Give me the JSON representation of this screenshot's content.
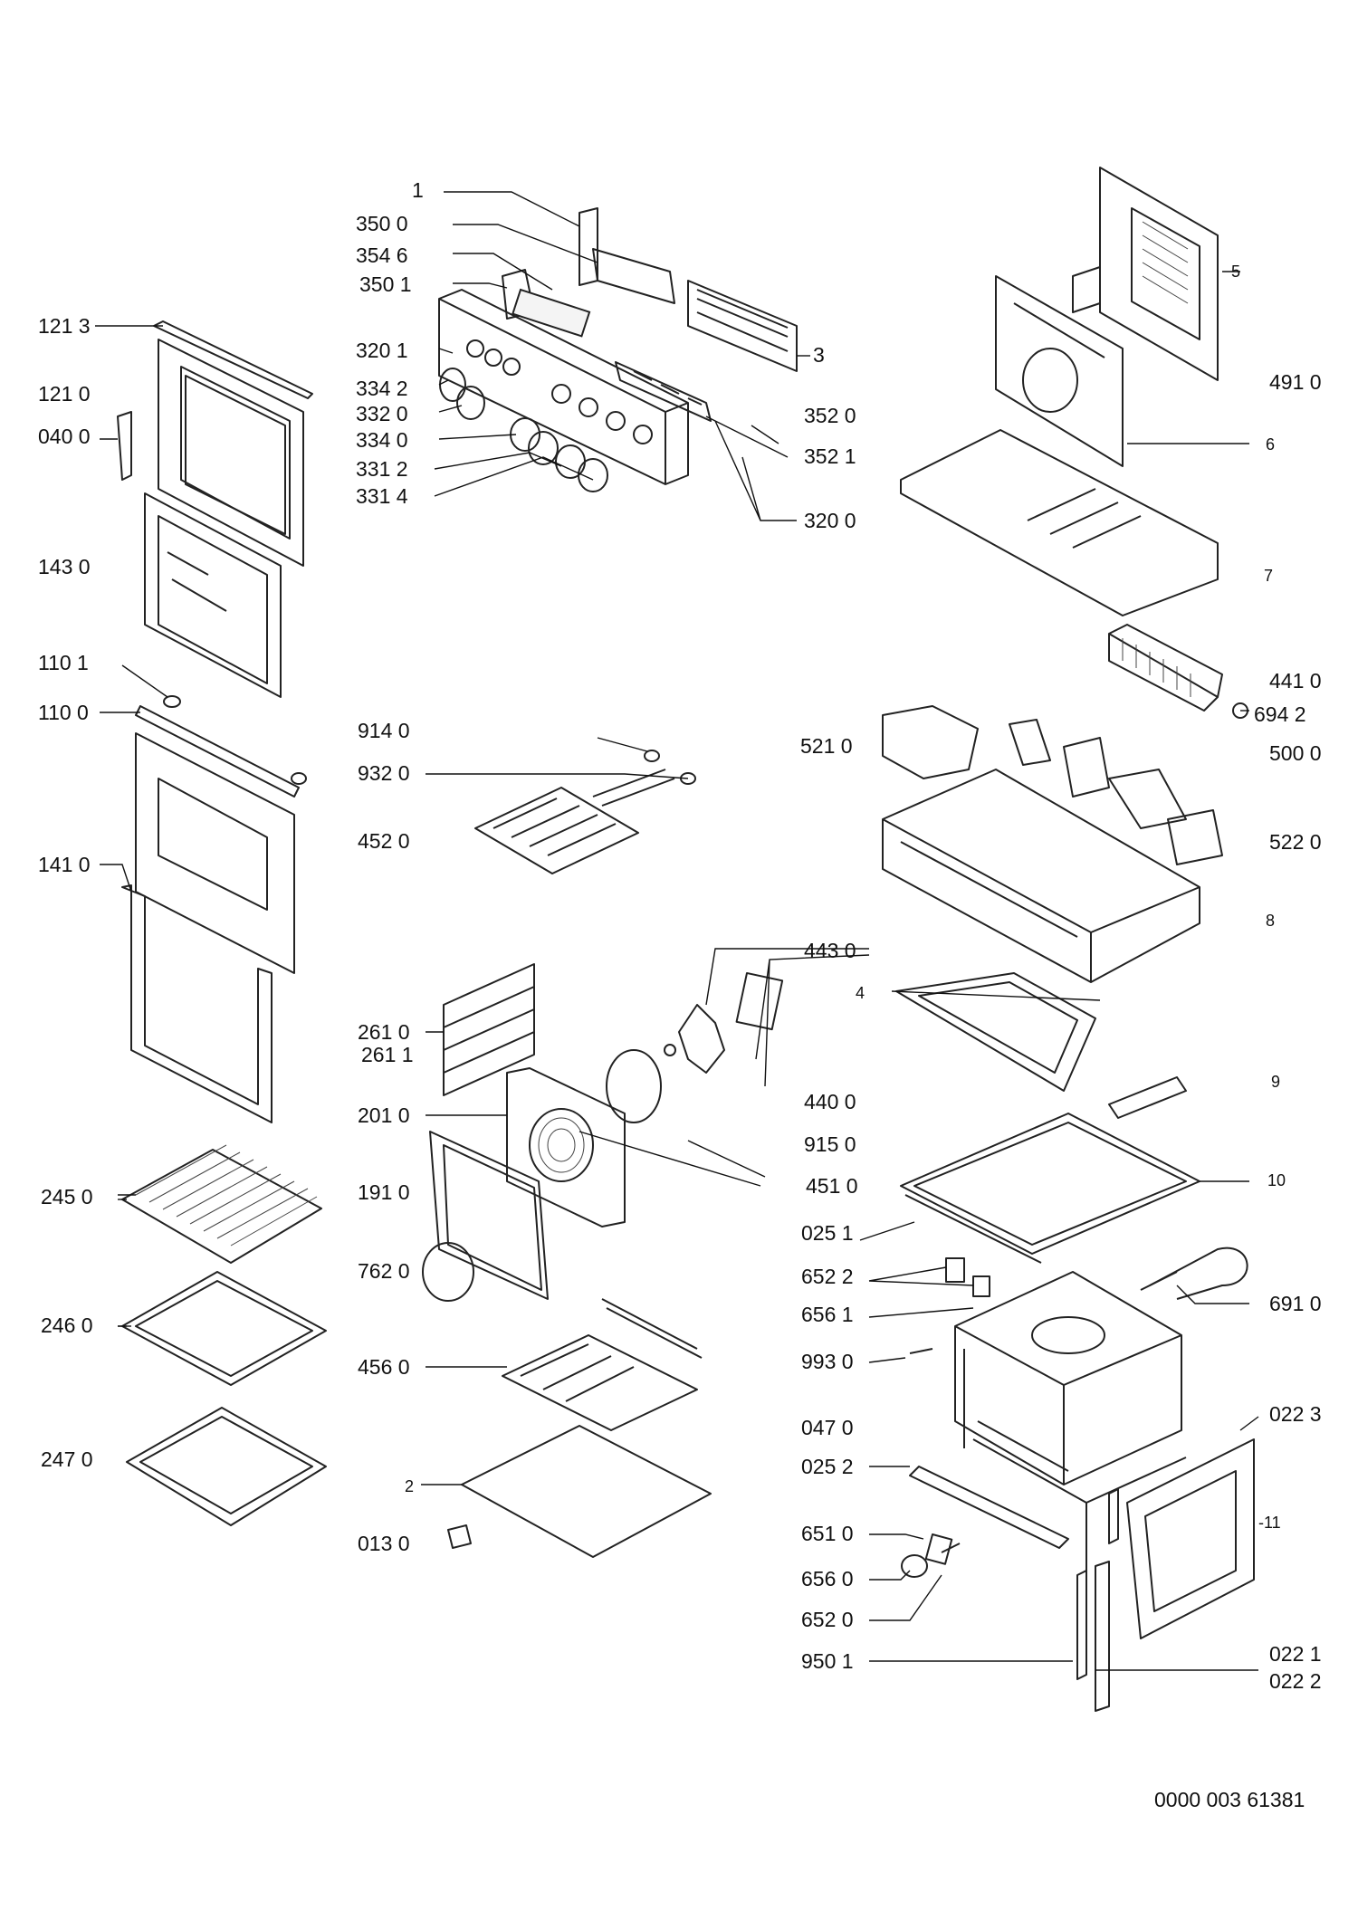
{
  "document_code": "0000 003 61381",
  "labels": {
    "l_1": "1",
    "l_3500": "350 0",
    "l_3546": "354 6",
    "l_3501": "350 1",
    "l_3": "3",
    "l_3201": "320 1",
    "l_3342": "334 2",
    "l_3320": "332 0",
    "l_3340": "334 0",
    "l_3312": "331 2",
    "l_3314": "331 4",
    "l_3520": "352 0",
    "l_3521": "352 1",
    "l_3200": "320 0",
    "l_1213": "121 3",
    "l_1210": "121 0",
    "l_0400": "040 0",
    "l_1430": "143 0",
    "l_1101": "110 1",
    "l_1100": "110 0",
    "l_1410": "141 0",
    "l_9140": "914 0",
    "l_9320": "932 0",
    "l_4520": "452 0",
    "l_5": "5",
    "l_4910": "491 0",
    "l_6": "6",
    "l_7": "7",
    "l_4410": "441 0",
    "l_6942": "694 2",
    "l_5210": "521 0",
    "l_5000": "500 0",
    "l_5220": "522 0",
    "l_8": "8",
    "l_4430": "443 0",
    "l_4": "4",
    "l_2610": "261 0",
    "l_2611": "261 1",
    "l_2010": "201 0",
    "l_4400": "440 0",
    "l_9": "9",
    "l_9150": "915 0",
    "l_4510": "451 0",
    "l_10": "10",
    "l_2450": "245 0",
    "l_1910": "191 0",
    "l_0251": "025 1",
    "l_6522": "652 2",
    "l_7620": "762 0",
    "l_6561": "656 1",
    "l_6910": "691 0",
    "l_2460": "246 0",
    "l_4560": "456 0",
    "l_9930": "993 0",
    "l_0470": "047 0",
    "l_0223": "022 3",
    "l_0252": "025 2",
    "l_2470": "247 0",
    "l_2": "2",
    "l_11": "-11",
    "l_0130": "013 0",
    "l_6510": "651 0",
    "l_6560": "656 0",
    "l_6520": "652 0",
    "l_9501": "950 1",
    "l_0221": "022 1",
    "l_0222": "022 2"
  }
}
